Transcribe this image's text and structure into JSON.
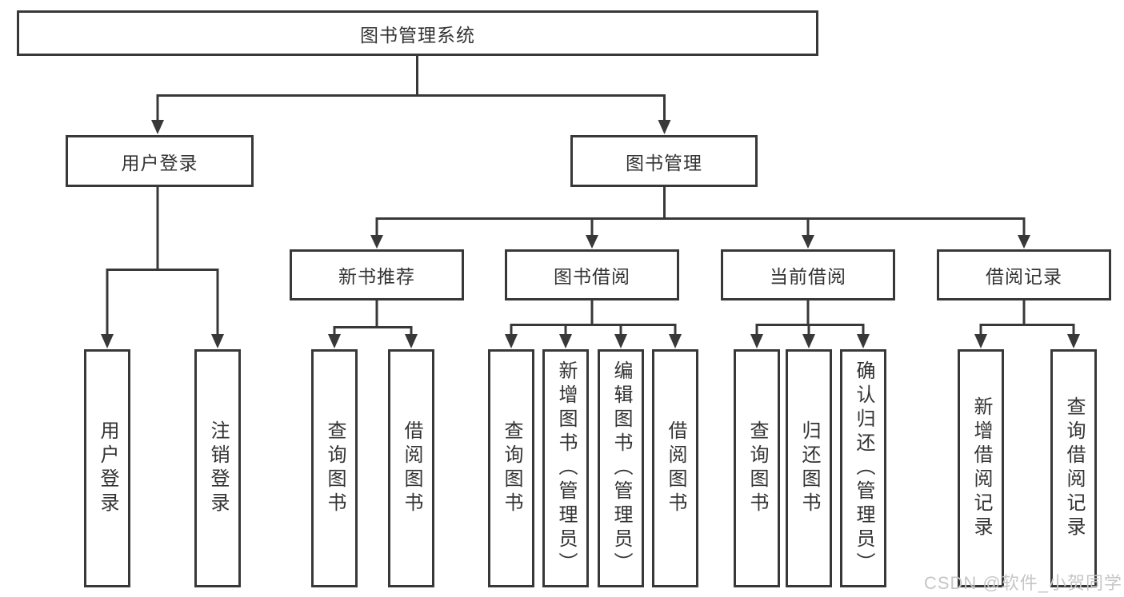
{
  "title": "图书管理系统",
  "watermark": "CSDN @软件_小贺同学",
  "colors": {
    "line": "#383838",
    "text": "#333333",
    "background": "#ffffff",
    "watermark": "#c6c6c6"
  },
  "nodes": {
    "root": "图书管理系统",
    "level2": [
      "用户登录",
      "图书管理"
    ],
    "level3": [
      "新书推荐",
      "图书借阅",
      "当前借阅",
      "借阅记录"
    ],
    "leaves": [
      "用户登录",
      "注销登录",
      "查询图书",
      "借阅图书",
      "查询图书",
      "新增图书（管理员）",
      "编辑图书（管理员）",
      "借阅图书",
      "查询图书",
      "归还图书",
      "确认归还（管理员）",
      "新增借阅记录",
      "查询借阅记录"
    ]
  },
  "hierarchy": {
    "图书管理系统": {
      "用户登录": [
        "用户登录",
        "注销登录"
      ],
      "图书管理": {
        "新书推荐": [
          "查询图书",
          "借阅图书"
        ],
        "图书借阅": [
          "查询图书",
          "新增图书（管理员）",
          "编辑图书（管理员）",
          "借阅图书"
        ],
        "当前借阅": [
          "查询图书",
          "归还图书",
          "确认归还（管理员）"
        ],
        "借阅记录": [
          "新增借阅记录",
          "查询借阅记录"
        ]
      }
    }
  }
}
